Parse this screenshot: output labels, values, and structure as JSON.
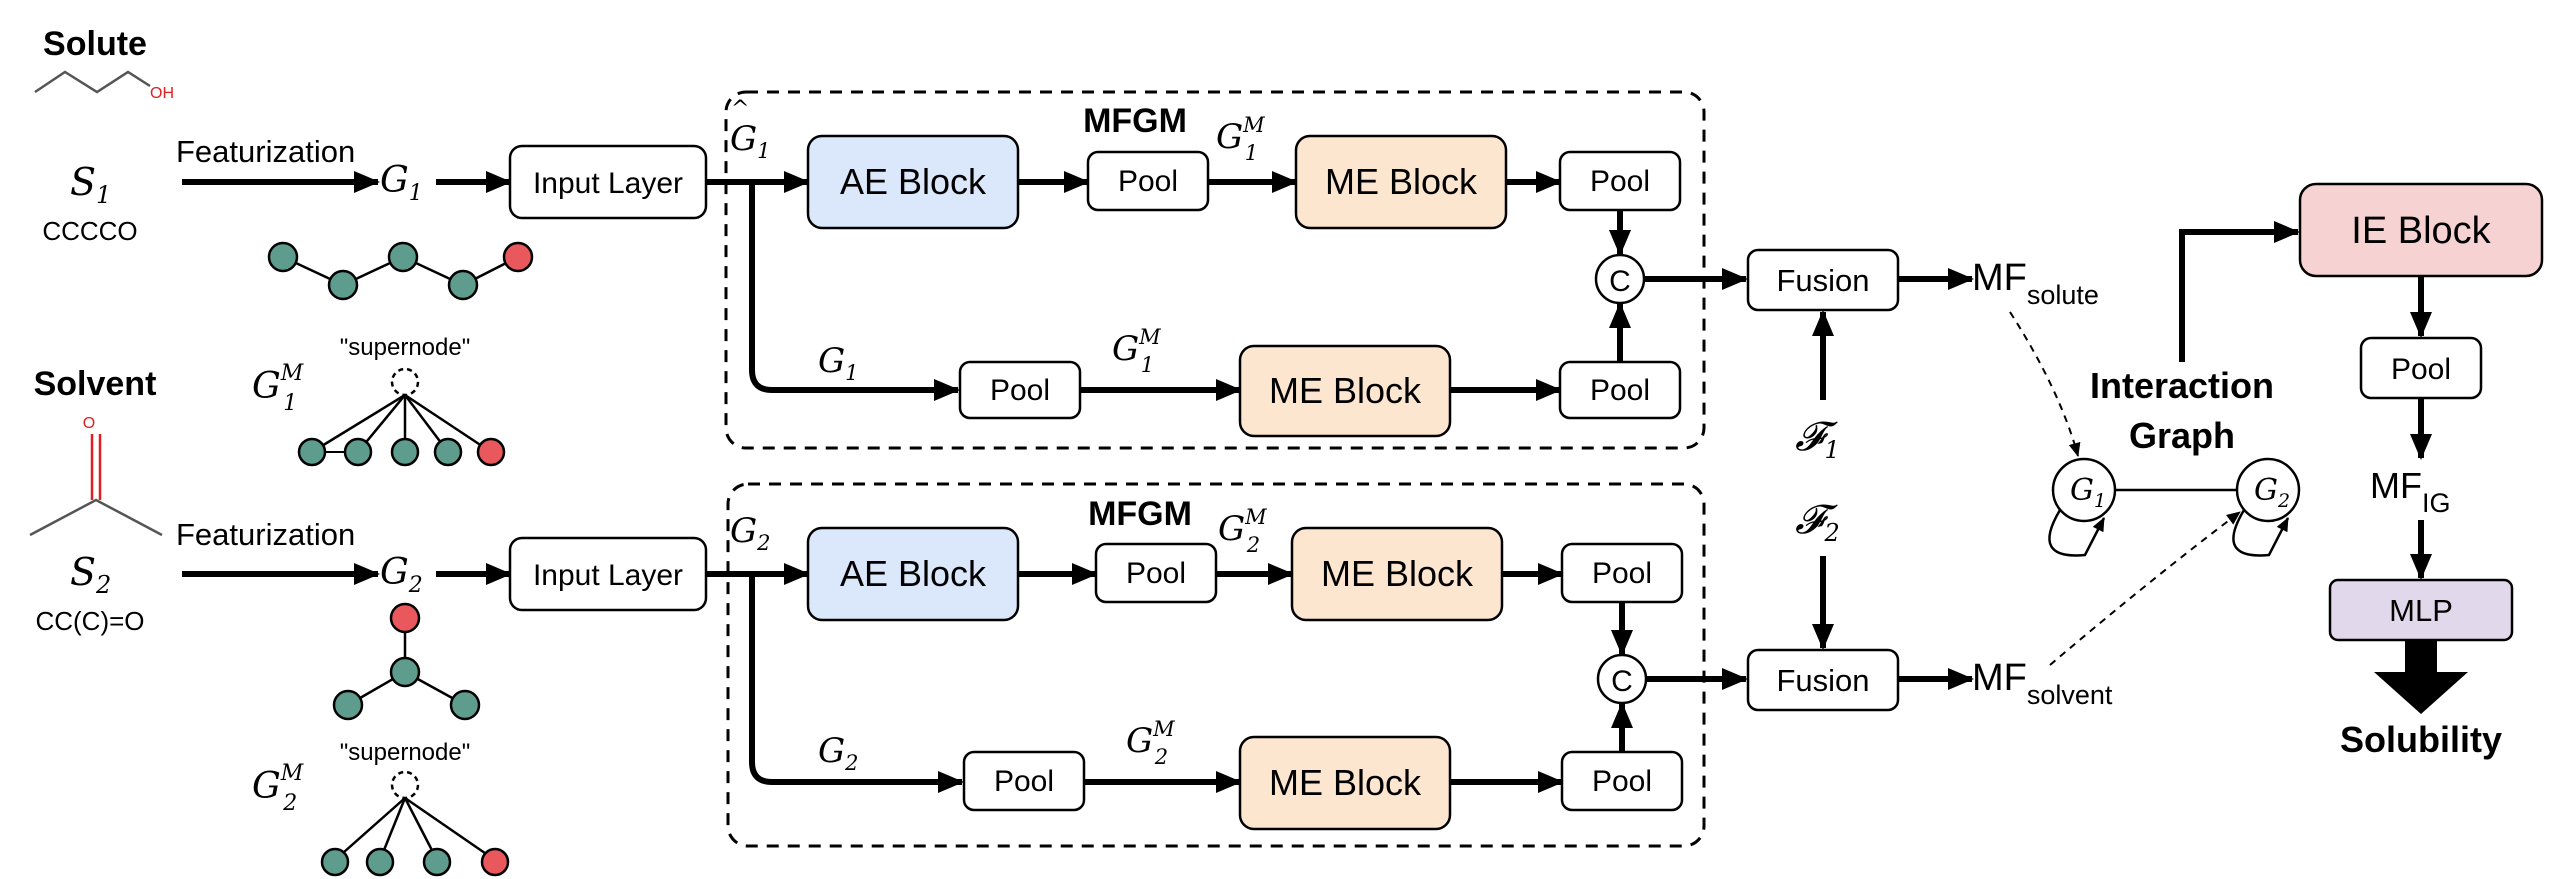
{
  "solute": {
    "header": "Solute",
    "oh_label": "OH",
    "symbol": "S",
    "symbol_sub": "1",
    "smiles": "CCCCO"
  },
  "solvent": {
    "header": "Solvent",
    "o_label": "O",
    "symbol": "S",
    "symbol_sub": "2",
    "smiles": "CC(C)=O"
  },
  "featurization_label": "Featurization",
  "input_layer_label": "Input Layer",
  "mfgm_label": "MFGM",
  "ae_block_label": "AE Block",
  "me_block_label": "ME Block",
  "pool_label": "Pool",
  "concat_label": "C",
  "fusion_label": "Fusion",
  "supernode_label": "\"supernode\"",
  "graph_symbols": {
    "g": "G",
    "sup_m": "M",
    "sub_1": "1",
    "sub_2": "2"
  },
  "feature_symbols": {
    "f": "𝓕",
    "sub_1": "1",
    "sub_2": "2"
  },
  "mf_outputs": {
    "prefix": "MF",
    "solute_sub": "solute",
    "solvent_sub": "solvent",
    "ig_sub": "IG"
  },
  "interaction_graph": {
    "line1": "Interaction",
    "line2": "Graph"
  },
  "ie_block_label": "IE Block",
  "mlp_label": "MLP",
  "solubility_label": "Solubility",
  "colors": {
    "ae_block": "#dbe8fb",
    "me_block": "#fde6cf",
    "ie_block": "#f6d2d2",
    "mlp": "#e2d8ec",
    "node_teal": "#5e9c8e",
    "node_red": "#e8585c",
    "heteroatom_red": "#e02020",
    "stroke": "#000000"
  }
}
